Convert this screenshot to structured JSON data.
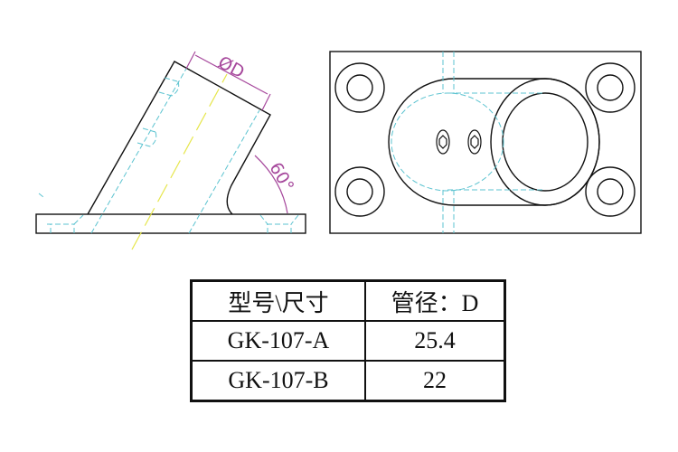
{
  "drawing": {
    "dimension_diameter": "ØD",
    "dimension_angle": "60°",
    "colors": {
      "outline": "#111111",
      "hidden": "#5bc3d0",
      "centerline": "#e6e64a",
      "dimension": "#a6489c"
    }
  },
  "table": {
    "headers": [
      "型号\\尺寸",
      "管径：D"
    ],
    "rows": [
      [
        "GK-107-A",
        "25.4"
      ],
      [
        "GK-107-B",
        "22"
      ]
    ]
  }
}
